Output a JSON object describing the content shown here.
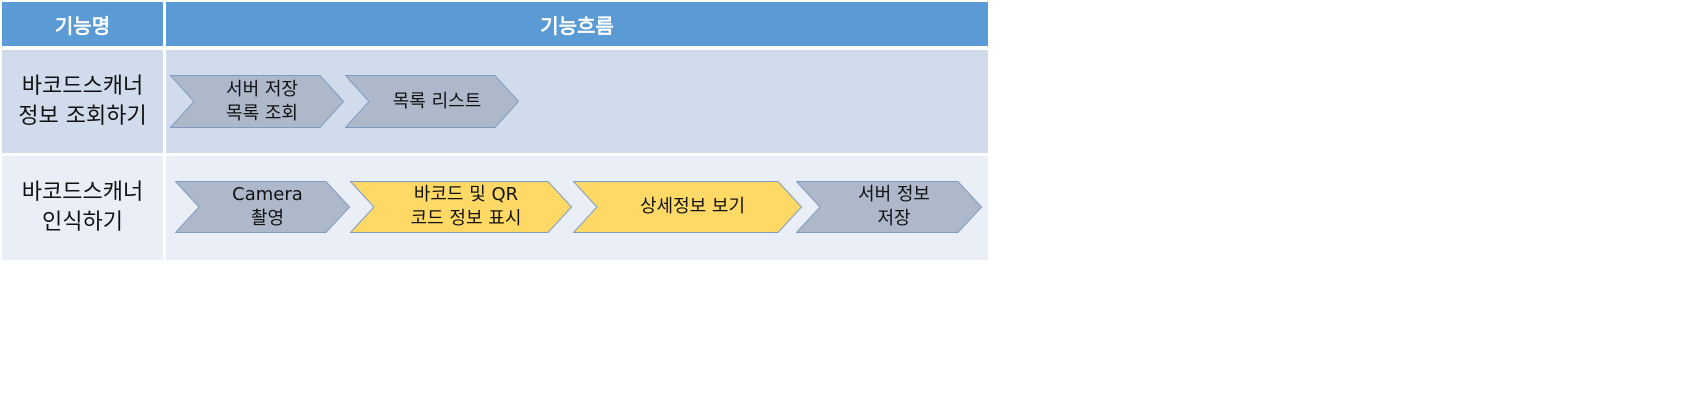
{
  "header": {
    "col_name": "기능명",
    "col_flow": "기능흐름"
  },
  "rows": [
    {
      "name": "바코드스캐너\n정보 조회하기",
      "steps": [
        {
          "label": "서버 저장\n목록 조회",
          "color": "#adb9ca"
        },
        {
          "label": "목록 리스트",
          "color": "#adb9ca"
        }
      ]
    },
    {
      "name": "바코드스캐너\n인식하기",
      "steps": [
        {
          "label": "Camera\n촬영",
          "color": "#adb9ca"
        },
        {
          "label": "바코드 및 QR\n코드 정보 표시",
          "color": "#ffd966"
        },
        {
          "label": "상세정보 보기",
          "color": "#ffd966"
        },
        {
          "label": "서버 정보\n저장",
          "color": "#adb9ca"
        }
      ]
    }
  ],
  "colors": {
    "header": "#5b9bd5",
    "row1": "#d0dcec",
    "row2": "#e9eef7",
    "chevron_border": "#7f9cc0"
  }
}
